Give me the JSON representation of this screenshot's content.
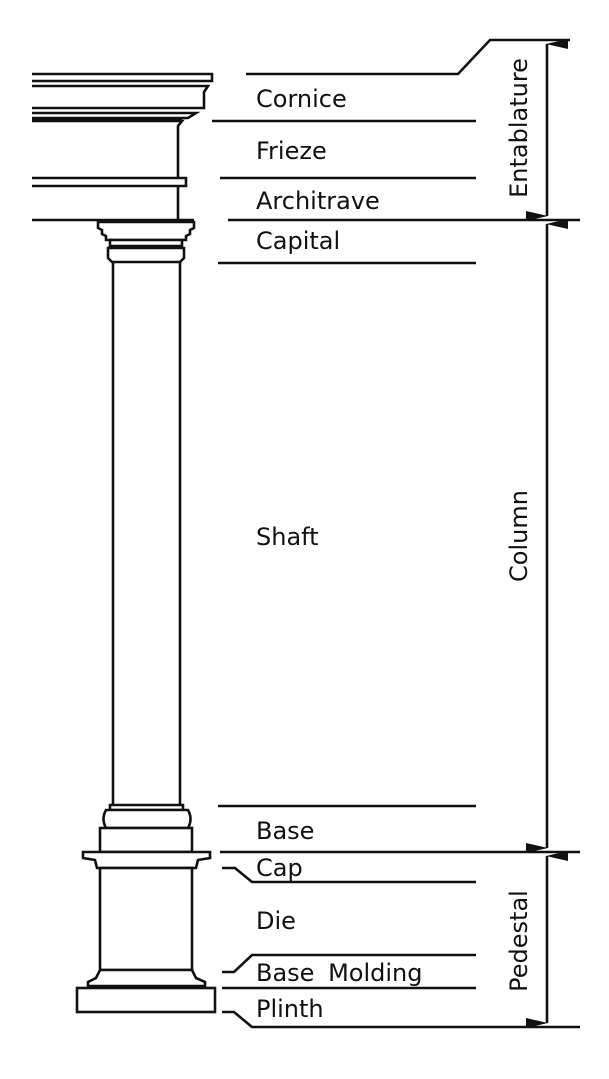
{
  "labels": {
    "cornice": "Cornice",
    "frieze": "Frieze",
    "architrave": "Architrave",
    "capital": "Capital",
    "shaft": "Shaft",
    "base": "Base",
    "cap": "Cap",
    "die": "Die",
    "base_molding": "Base Molding",
    "plinth": "Plinth"
  },
  "groups": {
    "entablature": "Entablature",
    "column": "Column",
    "pedestal": "Pedestal"
  },
  "colors": {
    "line": "#111111",
    "background": "#ffffff"
  }
}
